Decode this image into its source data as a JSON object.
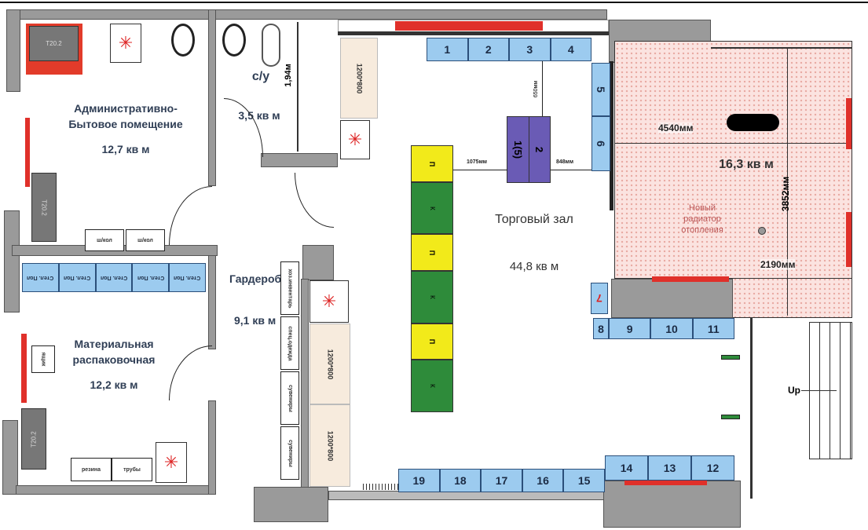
{
  "rooms": {
    "admin": {
      "name_line1": "Административно-",
      "name_line2": "Бытовое помещение",
      "area": "12,7 кв м"
    },
    "wc": {
      "name": "с/у",
      "area": "3,5 кв м",
      "dim": "1,94м"
    },
    "material": {
      "name_line1": "Материальная",
      "name_line2": "распаковочная",
      "area": "12,2 кв м"
    },
    "wardrobe": {
      "name": "Гардероб",
      "area": "9,1 кв м"
    },
    "sales": {
      "name": "Торговый зал",
      "area": "44,8 кв м"
    },
    "right": {
      "area": "16,3 кв м",
      "dim_width": "4540мм",
      "dim_height": "3852мм",
      "dim_bottom": "2190мм",
      "radiator_note": "Новый радиатор отопления"
    }
  },
  "equipment": {
    "desk": "Т20.2",
    "admin_cabinets": [
      "ш/кол",
      "ш/кол"
    ],
    "shelves_left": [
      "Стел. Пол",
      "Стел. Пол",
      "Стел. Пол",
      "Стел. Пол",
      "Стел. Пол"
    ],
    "material_small_box": "ящик",
    "material_bottom": [
      "резина",
      "трубы"
    ],
    "wardrobe_boxes": [
      "хоз.инвентарь",
      "спец.одежда",
      "сувениры",
      "сувениры"
    ],
    "beige_boxes": [
      "1200*800",
      "1200*800",
      "1200*800"
    ],
    "yellow_label": "П",
    "green_label": "К",
    "purple": [
      "1(5)",
      "2"
    ],
    "dims_hall": [
      "1075мм",
      "848мм",
      "650мм"
    ],
    "shelves_top": [
      "1",
      "2",
      "3",
      "4"
    ],
    "shelves_right": [
      "5",
      "6",
      "7"
    ],
    "shelves_mid": [
      "8",
      "9",
      "10",
      "11"
    ],
    "shelves_bottom_right": [
      "14",
      "13",
      "12"
    ],
    "shelves_bottom": [
      "19",
      "18",
      "17",
      "16",
      "15"
    ],
    "stairs": "Up"
  },
  "colors": {
    "wall": "#9a9a9a",
    "shelf": "#9ccbef",
    "radiator": "#e0302a",
    "yellow": "#f2ea1a",
    "green": "#2e8b3a",
    "purple": "#6a5bb5"
  }
}
